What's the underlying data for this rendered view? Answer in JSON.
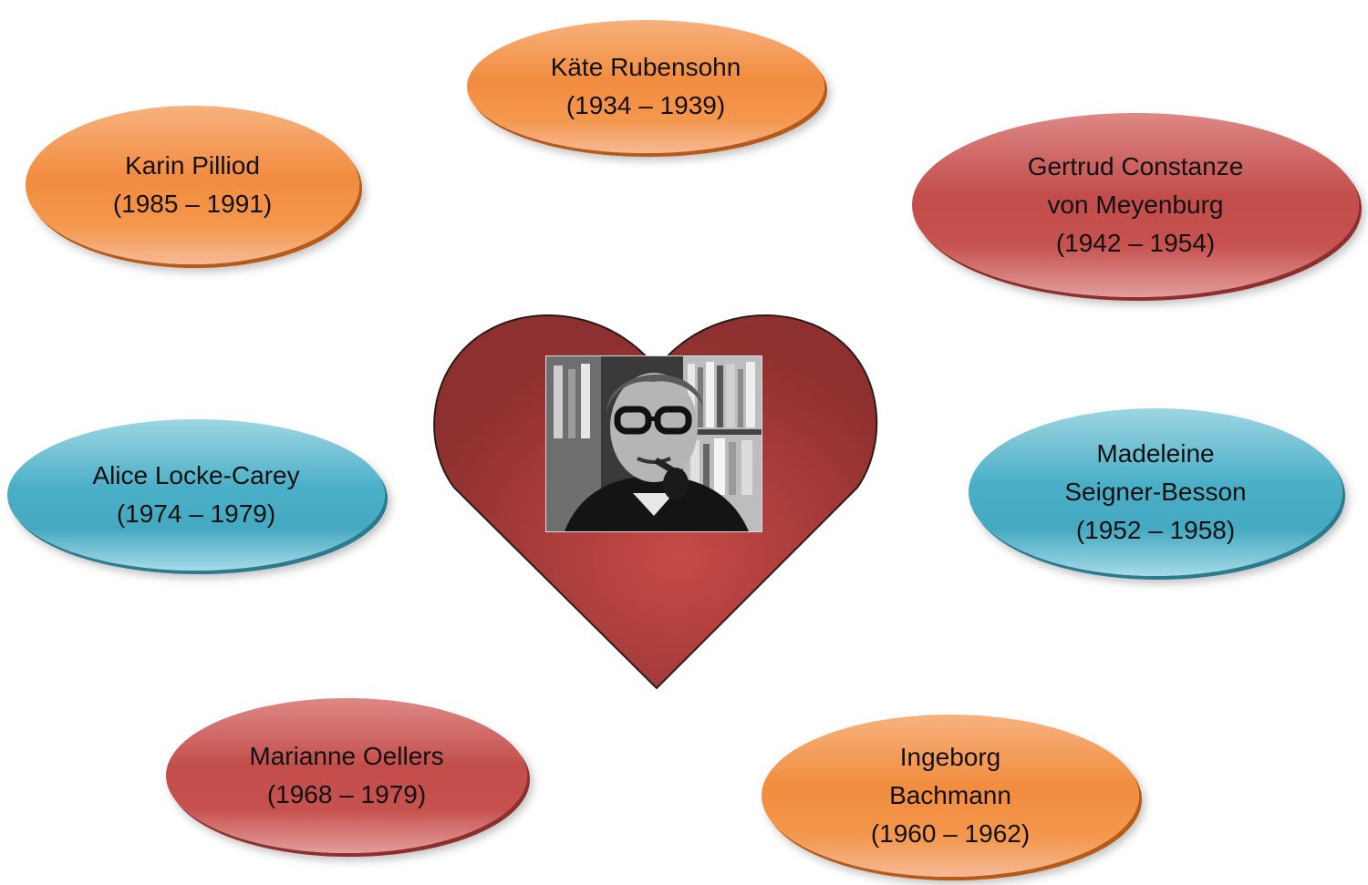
{
  "center": {
    "shape": "heart",
    "heart_color": "#a63a38",
    "photo": "portrait-photo-man-with-glasses-and-pipe"
  },
  "nodes": [
    {
      "id": "kate",
      "lines": [
        "Käte Rubensohn",
        "(1934 – 1939)"
      ],
      "color": "orange"
    },
    {
      "id": "karin",
      "lines": [
        "Karin Pilliod",
        "(1985 – 1991)"
      ],
      "color": "orange"
    },
    {
      "id": "gertrud",
      "lines": [
        "Gertrud Constanze",
        "von Meyenburg",
        "(1942 – 1954)"
      ],
      "color": "red"
    },
    {
      "id": "alice",
      "lines": [
        "Alice Locke-Carey",
        "(1974 – 1979)"
      ],
      "color": "blue"
    },
    {
      "id": "madeleine",
      "lines": [
        "Madeleine",
        "Seigner-Besson",
        "(1952 – 1958)"
      ],
      "color": "blue"
    },
    {
      "id": "marianne",
      "lines": [
        "Marianne Oellers",
        "(1968 – 1979)"
      ],
      "color": "red"
    },
    {
      "id": "ingeborg",
      "lines": [
        "Ingeborg",
        "Bachmann",
        "(1960 – 1962)"
      ],
      "color": "orange"
    }
  ],
  "colors": {
    "orange": "#f28c3f",
    "red": "#c24d4a",
    "blue": "#4bafc7"
  }
}
